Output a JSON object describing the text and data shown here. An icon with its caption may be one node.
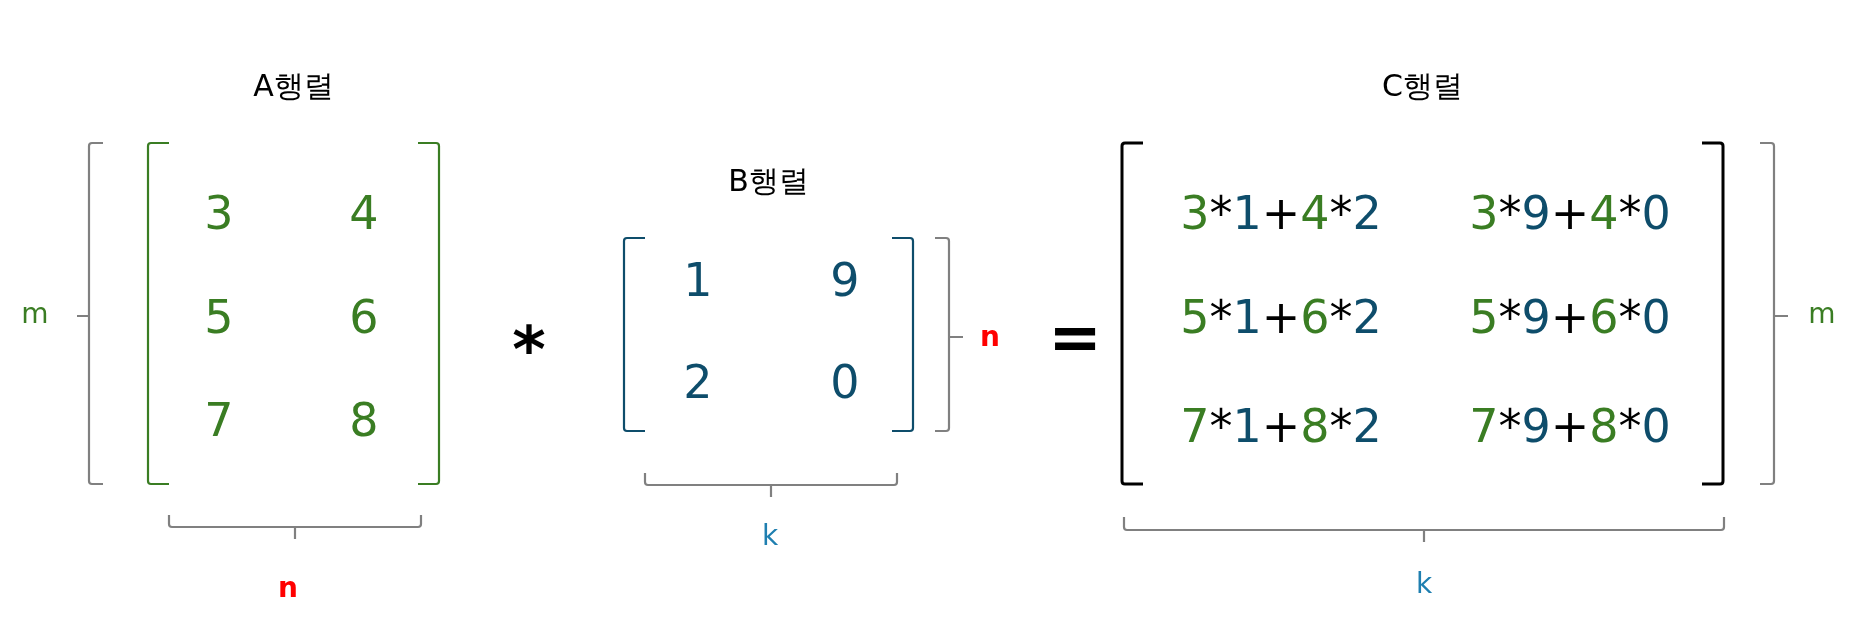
{
  "diagram": {
    "nodes": [
      {
        "text": [
          "A행렬"
        ]
      },
      {
        "text": [
          "3"
        ],
        "in": 0
      },
      {
        "text": [
          "4"
        ],
        "in": 0
      },
      {
        "text": [
          "5"
        ],
        "in": 0
      },
      {
        "text": [
          "6"
        ],
        "in": 0
      },
      {
        "text": [
          "7"
        ],
        "in": 0
      },
      {
        "text": [
          "8"
        ],
        "in": 0
      },
      {
        "text": [
          "B행렬"
        ]
      },
      {
        "text": [
          "1"
        ],
        "in": 7
      },
      {
        "text": [
          "9"
        ],
        "in": 7
      },
      {
        "text": [
          "2"
        ],
        "in": 7
      },
      {
        "text": [
          "0"
        ],
        "in": 7
      },
      {
        "text": [
          "C행렬"
        ]
      },
      {
        "text": [
          "3*1+4*2"
        ],
        "in": 12
      },
      {
        "text": [
          "3*9+4*0"
        ],
        "in": 12
      },
      {
        "text": [
          "5*1+6*2"
        ],
        "in": 12
      },
      {
        "text": [
          "5*9+6*0"
        ],
        "in": 12
      },
      {
        "text": [
          "7*1+8*2"
        ],
        "in": 12
      },
      {
        "text": [
          "7*9+8*0"
        ],
        "in": 12
      }
    ],
    "edges": [],
    "labels": [
      "m",
      "*",
      "n",
      "=",
      "m",
      "k",
      "n",
      "k"
    ]
  }
}
